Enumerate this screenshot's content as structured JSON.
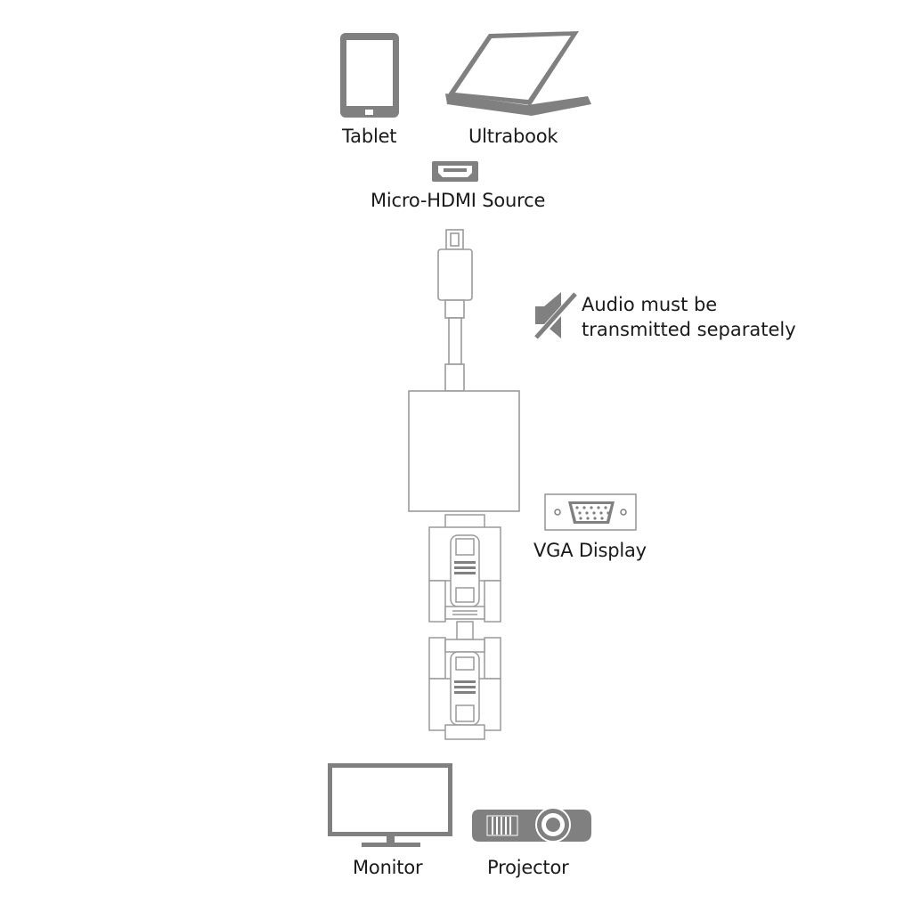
{
  "sources": [
    {
      "label": "Tablet",
      "icon": "tablet-icon"
    },
    {
      "label": "Ultrabook",
      "icon": "ultrabook-icon"
    }
  ],
  "source_port": {
    "label": "Micro-HDMI Source",
    "icon": "micro-hdmi-port-icon"
  },
  "audio_note": {
    "lines": [
      "Audio must be",
      "transmitted separately"
    ],
    "icon": "speaker-muted-icon"
  },
  "output_port": {
    "label": "VGA Display",
    "icon": "vga-port-icon"
  },
  "displays": [
    {
      "label": "Monitor",
      "icon": "monitor-icon"
    },
    {
      "label": "Projector",
      "icon": "projector-icon"
    }
  ],
  "colors": {
    "icon_gray": "#808080",
    "line_gray": "#9a9a9a",
    "text": "#1a1a1a",
    "background": "#ffffff"
  }
}
